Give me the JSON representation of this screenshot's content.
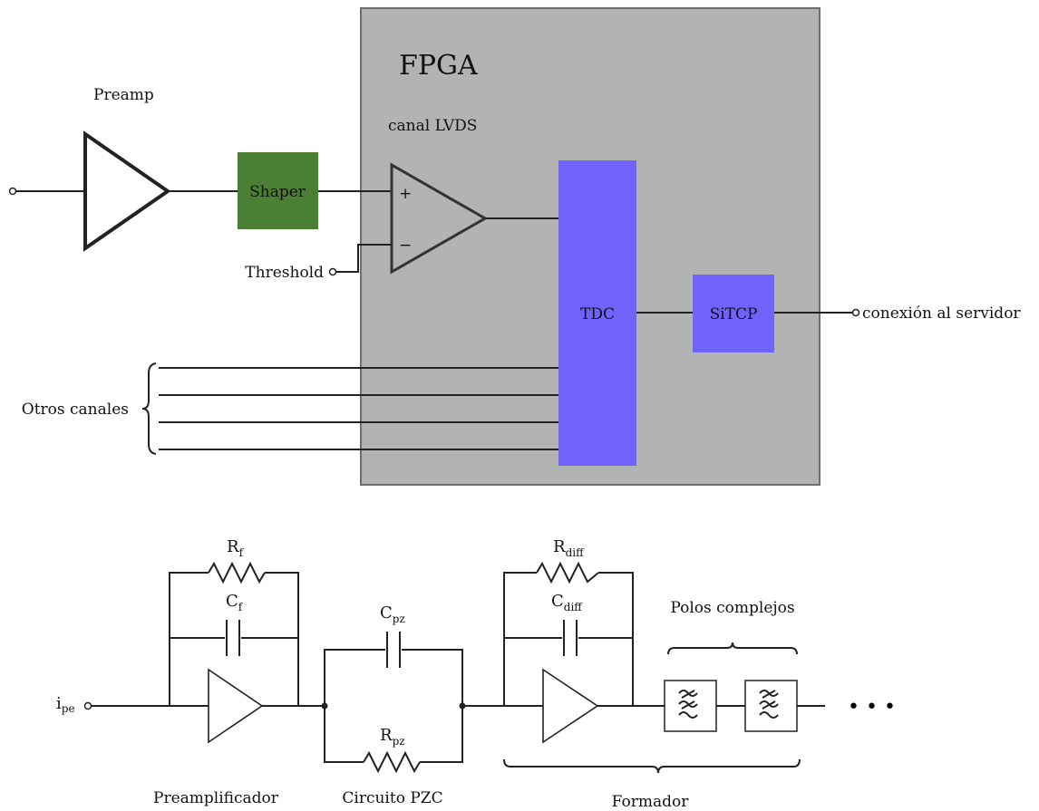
{
  "top": {
    "fpga_label": "FPGA",
    "fpga_color": "#b3b3b3",
    "preamp_label": "Preamp",
    "shaper_label": "Shaper",
    "shaper_color": "#4a7f34",
    "lvds_label": "canal LVDS",
    "plus_sign": "+",
    "minus_sign": "−",
    "threshold_label": "Threshold",
    "tdc_label": "TDC",
    "sitcp_label": "SiTCP",
    "block_color": "#7063fb",
    "server_label": "conexión al servidor",
    "other_channels_label": "Otros canales"
  },
  "bottom": {
    "input_label": "i",
    "input_sub": "pe",
    "rf_label": "R",
    "rf_sub": "f",
    "cf_label": "C",
    "cf_sub": "f",
    "cpz_label": "C",
    "cpz_sub": "pz",
    "rpz_label": "R",
    "rpz_sub": "pz",
    "rdiff_label": "R",
    "rdiff_sub": "diff",
    "cdiff_label": "C",
    "cdiff_sub": "diff",
    "complex_poles_label": "Polos complejos",
    "ellipsis": "• • •",
    "preamp_caption": "Preamplificador",
    "pzc_caption": "Circuito PZC",
    "shaper_caption": "Formador"
  }
}
